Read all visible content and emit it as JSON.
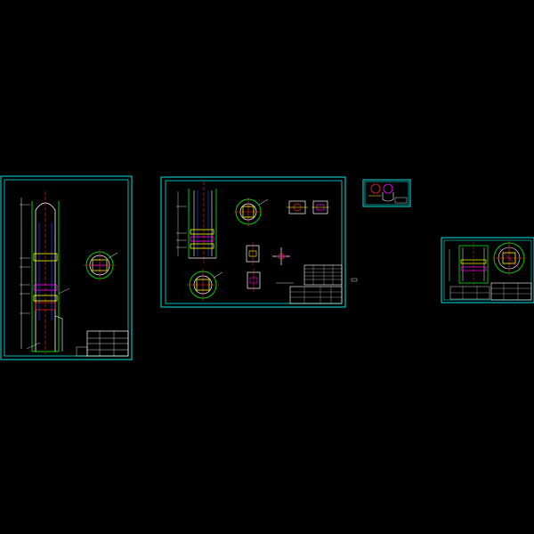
{
  "viewer": {
    "background": "#000000"
  },
  "colors": {
    "frame": "#00e5e5",
    "line": "#ffffff",
    "green": "#00cc00",
    "yellow": "#ffff00",
    "red": "#ff2020",
    "magenta": "#ff00ff",
    "blue": "#2040ff",
    "cyan": "#00e5e5"
  },
  "sheets": [
    {
      "id": "sheet-1",
      "kind": "tall-elevation-with-section"
    },
    {
      "id": "sheet-2",
      "kind": "elevation-sections-and-details"
    },
    {
      "id": "sheet-3",
      "kind": "small-detail"
    },
    {
      "id": "sheet-4",
      "kind": "elevation-and-round-section"
    }
  ]
}
